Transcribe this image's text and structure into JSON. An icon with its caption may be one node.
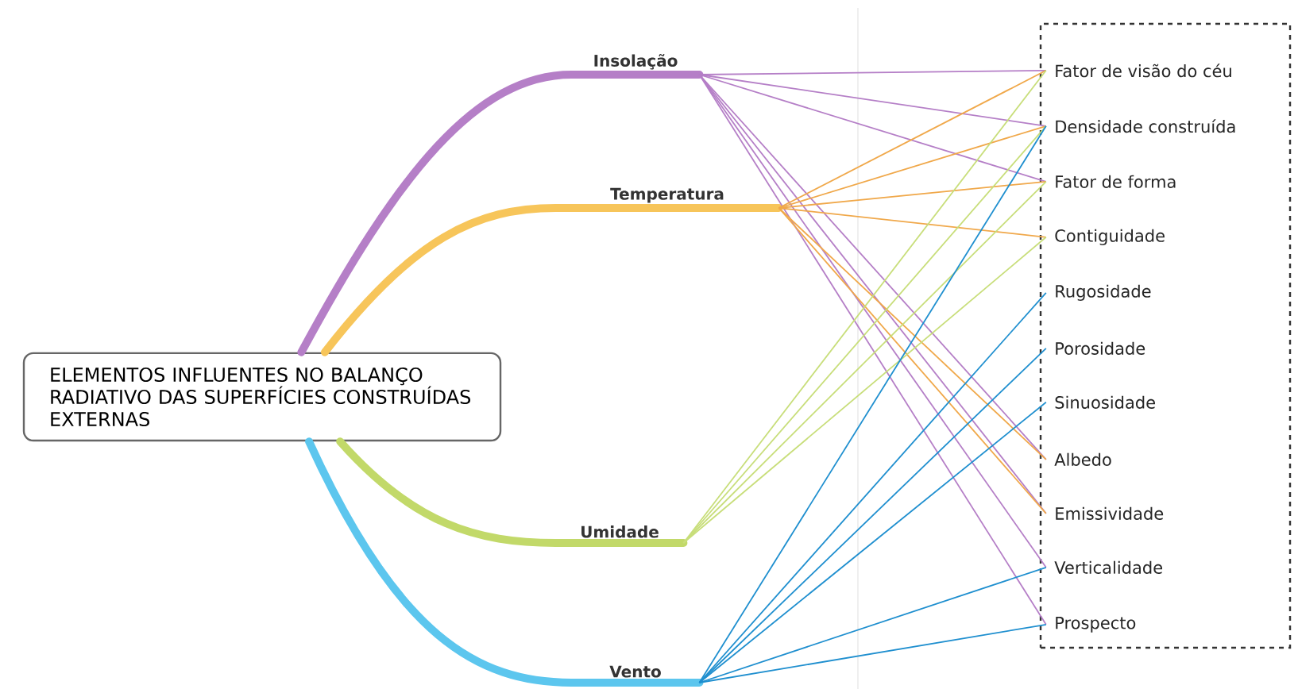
{
  "diagram": {
    "nodes": [
      {
        "text": [
          "ELEMENTOS INFLUENTES NO BALANÇO RADIATIVO DAS SUPERFÍCIES CONSTRUÍDAS EXTERNAS"
        ]
      },
      {
        "text": [
          "Insolação"
        ]
      },
      {
        "text": [
          "Temperatura"
        ]
      },
      {
        "text": [
          "Umidade"
        ]
      },
      {
        "text": [
          "Vento"
        ]
      },
      {
        "text": [],
        "shape": "box"
      },
      {
        "text": [
          "Fator de visão do céu"
        ],
        "in": 5
      },
      {
        "text": [
          "Densidade construída"
        ],
        "in": 5
      },
      {
        "text": [
          "Fator de forma"
        ],
        "in": 5
      },
      {
        "text": [
          "Contiguidade"
        ],
        "in": 5
      },
      {
        "text": [
          "Rugosidade"
        ],
        "in": 5
      },
      {
        "text": [
          "Porosidade"
        ],
        "in": 5
      },
      {
        "text": [
          "Sinuosidade"
        ],
        "in": 5
      },
      {
        "text": [
          "Albedo"
        ],
        "in": 5
      },
      {
        "text": [
          "Emissividade"
        ],
        "in": 5
      },
      {
        "text": [
          "Verticalidade"
        ],
        "in": 5
      },
      {
        "text": [
          "Prospecto"
        ],
        "in": 5
      }
    ],
    "edges": [
      {
        "from": 0,
        "to": 1,
        "arrow": "none",
        "style": "thick",
        "color": "#b57fc7"
      },
      {
        "from": 0,
        "to": 2,
        "arrow": "none",
        "style": "thick",
        "color": "#f7c55a"
      },
      {
        "from": 0,
        "to": 3,
        "arrow": "none",
        "style": "thick",
        "color": "#c2d969"
      },
      {
        "from": 0,
        "to": 4,
        "arrow": "none",
        "style": "thick",
        "color": "#5cc6ee"
      },
      {
        "from": 1,
        "to": 6,
        "arrow": "none",
        "color": "#b57fc7"
      },
      {
        "from": 1,
        "to": 7,
        "arrow": "none",
        "color": "#b57fc7"
      },
      {
        "from": 1,
        "to": 8,
        "arrow": "none",
        "color": "#b57fc7"
      },
      {
        "from": 1,
        "to": 13,
        "arrow": "none",
        "color": "#b57fc7"
      },
      {
        "from": 1,
        "to": 14,
        "arrow": "none",
        "color": "#b57fc7"
      },
      {
        "from": 1,
        "to": 15,
        "arrow": "none",
        "color": "#b57fc7"
      },
      {
        "from": 1,
        "to": 16,
        "arrow": "none",
        "color": "#b57fc7"
      },
      {
        "from": 2,
        "to": 6,
        "arrow": "none",
        "color": "#f0a84a"
      },
      {
        "from": 2,
        "to": 7,
        "arrow": "none",
        "color": "#f0a84a"
      },
      {
        "from": 2,
        "to": 8,
        "arrow": "none",
        "color": "#f0a84a"
      },
      {
        "from": 2,
        "to": 9,
        "arrow": "none",
        "color": "#f0a84a"
      },
      {
        "from": 2,
        "to": 13,
        "arrow": "none",
        "color": "#f0a84a"
      },
      {
        "from": 2,
        "to": 14,
        "arrow": "none",
        "color": "#f0a84a"
      },
      {
        "from": 3,
        "to": 6,
        "arrow": "none",
        "color": "#c8de7a"
      },
      {
        "from": 3,
        "to": 7,
        "arrow": "none",
        "color": "#c8de7a"
      },
      {
        "from": 3,
        "to": 8,
        "arrow": "none",
        "color": "#c8de7a"
      },
      {
        "from": 3,
        "to": 9,
        "arrow": "none",
        "color": "#c8de7a"
      },
      {
        "from": 4,
        "to": 7,
        "arrow": "none",
        "color": "#1f8fcf"
      },
      {
        "from": 4,
        "to": 10,
        "arrow": "none",
        "color": "#1f8fcf"
      },
      {
        "from": 4,
        "to": 11,
        "arrow": "none",
        "color": "#1f8fcf"
      },
      {
        "from": 4,
        "to": 12,
        "arrow": "none",
        "color": "#1f8fcf"
      },
      {
        "from": 4,
        "to": 15,
        "arrow": "none",
        "color": "#1f8fcf"
      },
      {
        "from": 4,
        "to": 16,
        "arrow": "none",
        "color": "#1f8fcf"
      }
    ]
  }
}
